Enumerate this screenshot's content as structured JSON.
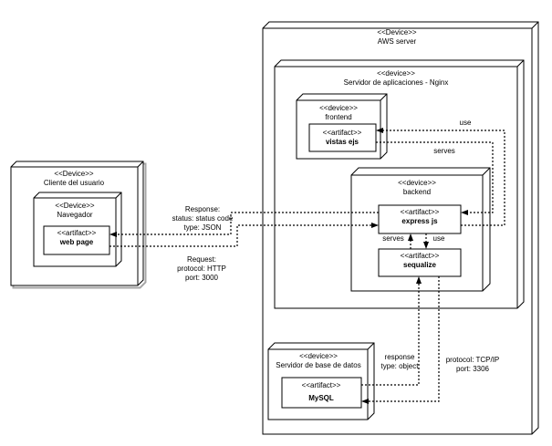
{
  "diagram": {
    "title": "UML deployment diagram",
    "colors": {
      "stroke": "#000000",
      "background": "#ffffff",
      "shadow": "#a6a6a6"
    },
    "nodes": {
      "aws": {
        "stereotype": "<<Device>>",
        "name": "AWS server"
      },
      "nginx": {
        "stereotype": "<<device>>",
        "name": "Servidor de aplicaciones - Nginx"
      },
      "frontend": {
        "stereotype": "<<device>>",
        "name": "frontend"
      },
      "vistas": {
        "stereotype": "<<artifact>>",
        "name": "vistas ejs"
      },
      "backend": {
        "stereotype": "<<device>>",
        "name": "backend"
      },
      "express": {
        "stereotype": "<<artifact>>",
        "name": "express js"
      },
      "sequalize": {
        "stereotype": "<<artifact>>",
        "name": "sequalize"
      },
      "db": {
        "stereotype": "<<device>>",
        "name": "Servidor de base de datos"
      },
      "mysql": {
        "stereotype": "<<artifact>>",
        "name": "MySQL"
      },
      "cliente": {
        "stereotype": "<<Device>>",
        "name": "Cliente del usuario"
      },
      "navegador": {
        "stereotype": "<<Device>>",
        "name": "Navegador"
      },
      "webpage": {
        "stereotype": "<<artifact>>",
        "name": "web page"
      }
    },
    "edges": {
      "response": {
        "lines": [
          "Response:",
          "status: status code",
          "type: JSON"
        ]
      },
      "request": {
        "lines": [
          "Request:",
          "protocol: HTTP",
          "port: 3000"
        ]
      },
      "use_views": {
        "label": "use"
      },
      "serves_views": {
        "label": "serves"
      },
      "serves_orm": {
        "label": "serves"
      },
      "use_orm": {
        "label": "use"
      },
      "response_object": {
        "lines": [
          "response",
          "type: object"
        ]
      },
      "tcp": {
        "lines": [
          "protocol: TCP/IP",
          "port: 3306"
        ]
      }
    }
  }
}
